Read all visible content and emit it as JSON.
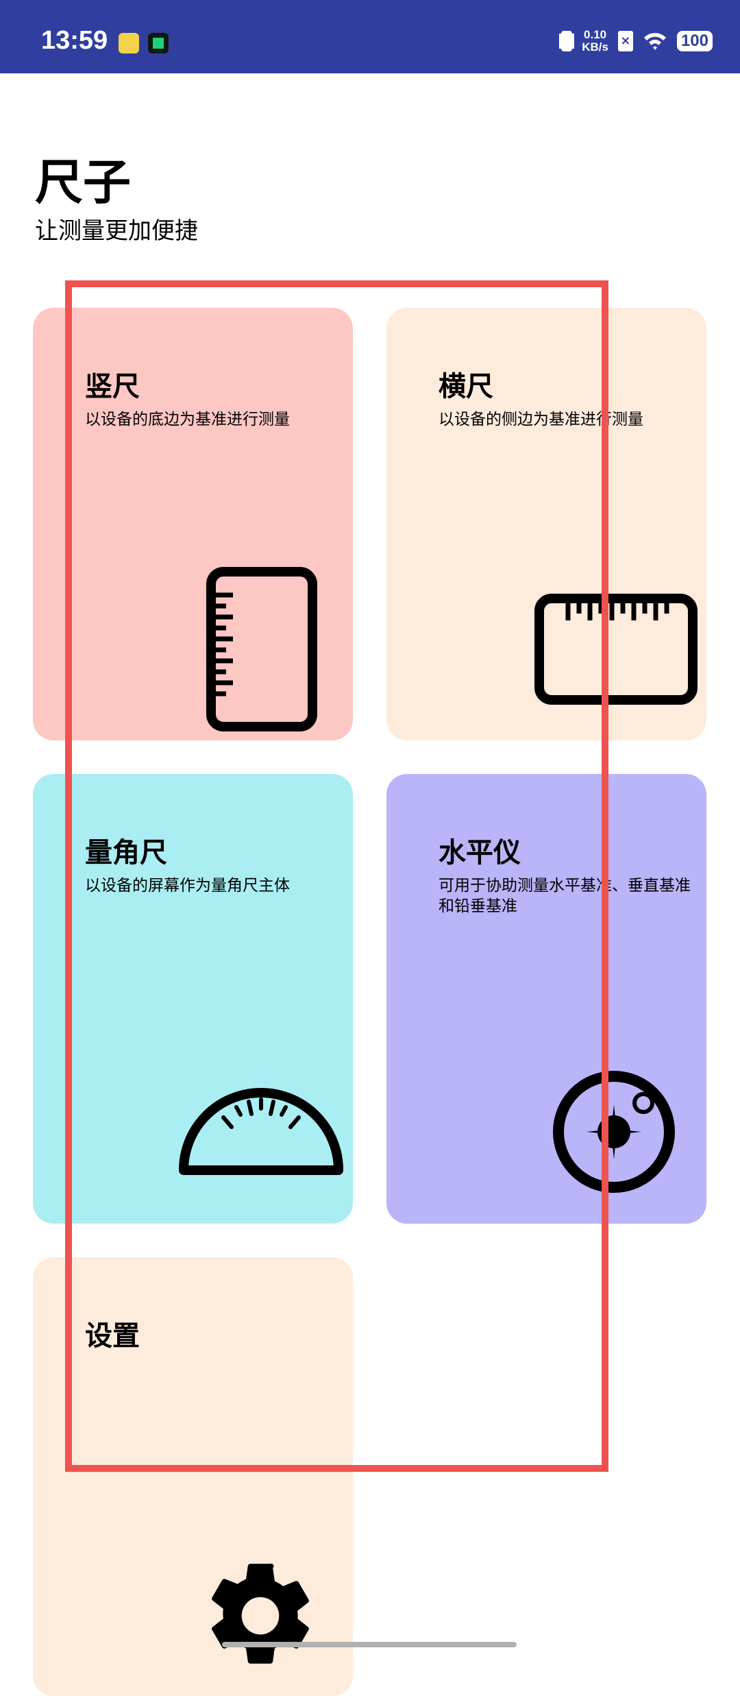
{
  "status_bar": {
    "time": "13:59",
    "net_speed_value": "0.10",
    "net_speed_unit": "KB/s",
    "battery": "100"
  },
  "header": {
    "title": "尺子",
    "subtitle": "让测量更加便捷"
  },
  "cards": [
    {
      "title": "竖尺",
      "desc": "以设备的底边为基准进行测量",
      "color": "#fdc7c3"
    },
    {
      "title": "横尺",
      "desc": "以设备的侧边为基准进行测量",
      "color": "#fdebdc"
    },
    {
      "title": "量角尺",
      "desc": "以设备的屏幕作为量角尺主体",
      "color": "#aaeef4"
    },
    {
      "title": "水平仪",
      "desc": "可用于协助测量水平基准、垂直基准和铅垂基准",
      "color": "#bab4f9"
    },
    {
      "title": "设置",
      "color": "#fdebdc"
    }
  ],
  "highlight_color": "#ef5350"
}
